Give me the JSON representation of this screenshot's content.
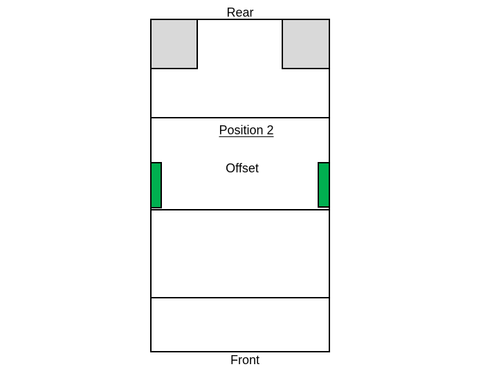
{
  "labels": {
    "rear": "Rear",
    "front": "Front",
    "position": "Position 2",
    "offset": "Offset"
  },
  "colors": {
    "rear_blocks": "#d9d9d9",
    "offset_blocks": "#00b050",
    "outline": "#000000"
  }
}
